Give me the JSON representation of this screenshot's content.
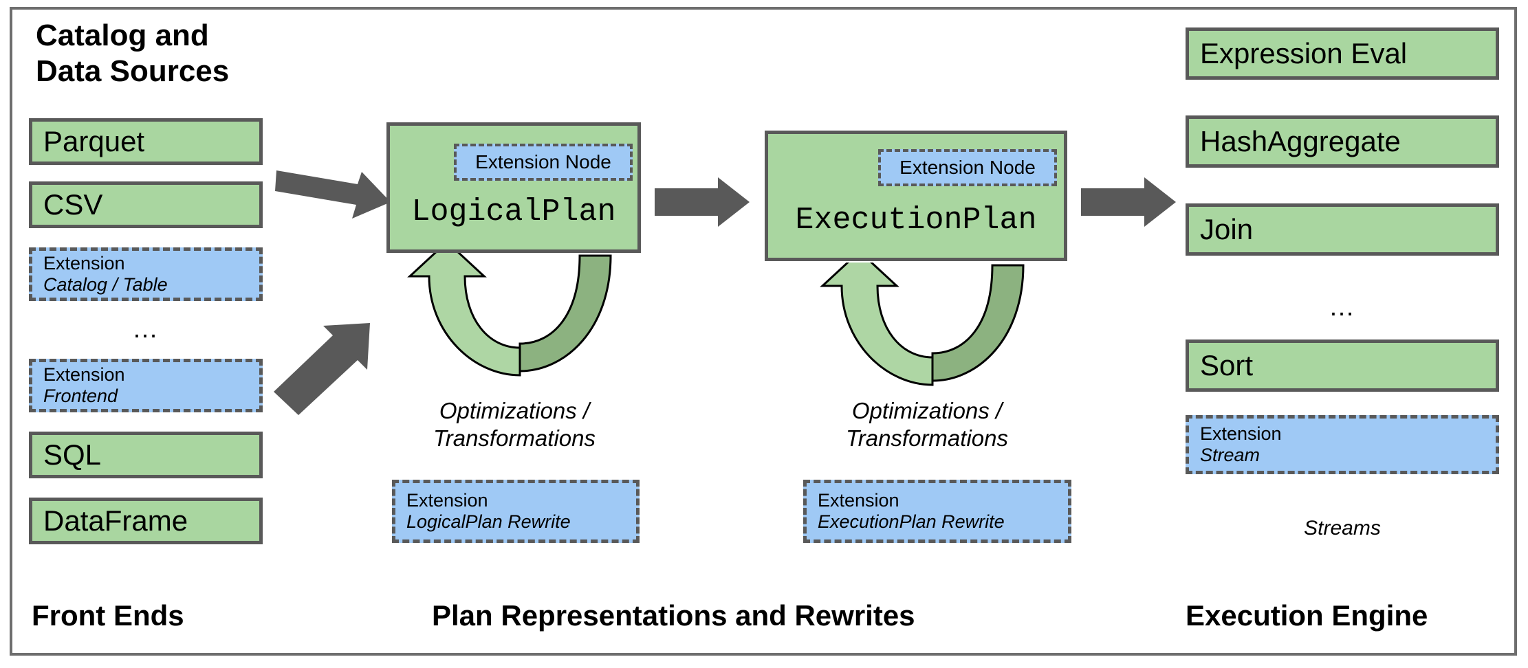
{
  "diagram": {
    "title_left": "Catalog and\nData Sources",
    "columns": {
      "front_ends": {
        "footer_label": "Front Ends",
        "items": [
          {
            "label": "Parquet",
            "kind": "green"
          },
          {
            "label": "CSV",
            "kind": "green"
          },
          {
            "title": "Extension",
            "subtitle": "Catalog / Table",
            "kind": "extension"
          },
          {
            "label": "…",
            "kind": "ellipsis"
          },
          {
            "title": "Extension",
            "subtitle": "Frontend",
            "kind": "extension"
          },
          {
            "label": "SQL",
            "kind": "green"
          },
          {
            "label": "DataFrame",
            "kind": "green"
          }
        ]
      },
      "plans": {
        "footer_label": "Plan Representations and Rewrites",
        "stages": [
          {
            "plan_name": "LogicalPlan",
            "extension_node_label": "Extension Node",
            "loop_caption": "Optimizations /\nTransformations",
            "rewrite_extension": {
              "title": "Extension",
              "subtitle": "LogicalPlan Rewrite"
            }
          },
          {
            "plan_name": "ExecutionPlan",
            "extension_node_label": "Extension Node",
            "loop_caption": "Optimizations /\nTransformations",
            "rewrite_extension": {
              "title": "Extension",
              "subtitle": "ExecutionPlan Rewrite"
            }
          }
        ]
      },
      "execution_engine": {
        "footer_label": "Execution Engine",
        "caption": "Streams",
        "items": [
          {
            "label": "Expression Eval",
            "kind": "green"
          },
          {
            "label": "HashAggregate",
            "kind": "green"
          },
          {
            "label": "Join",
            "kind": "green"
          },
          {
            "label": "…",
            "kind": "ellipsis"
          },
          {
            "label": "Sort",
            "kind": "green"
          },
          {
            "title": "Extension",
            "subtitle": "Stream",
            "kind": "extension"
          }
        ]
      }
    },
    "arrows": [
      {
        "name": "frontends-to-logicalplan-upper",
        "direction": "down-right"
      },
      {
        "name": "frontends-to-logicalplan-lower",
        "direction": "up-right"
      },
      {
        "name": "logicalplan-to-executionplan",
        "direction": "right"
      },
      {
        "name": "executionplan-to-engine",
        "direction": "right"
      }
    ],
    "colors": {
      "green_fill": "#a9d6a0",
      "blue_fill": "#9fc9f5",
      "border_gray": "#595959",
      "arrow_gray": "#595959",
      "loop_light_green": "#aed6a4",
      "loop_dark_green": "#8cb280",
      "page_background": "#ffffff"
    }
  }
}
